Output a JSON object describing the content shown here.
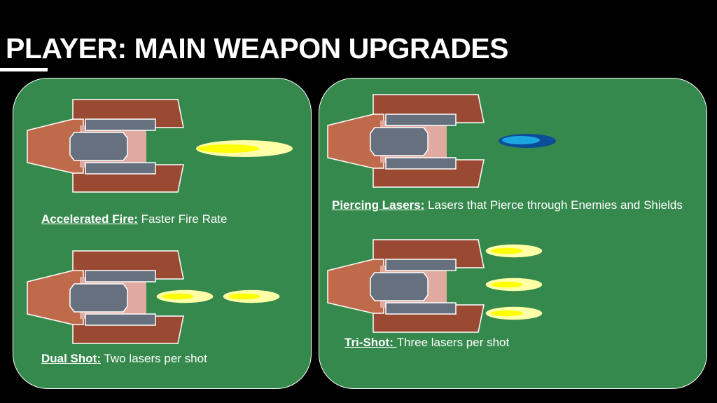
{
  "title": "PLAYER: MAIN WEAPON UPGRADES",
  "colors": {
    "background": "#000000",
    "panel": "#36894d",
    "ship_hull": "#9a4a33",
    "ship_nose": "#c06a4c",
    "ship_body": "#66707f",
    "ship_light": "#e0aaa0",
    "laser_yellow": "#ffff00",
    "laser_glow": "#ffffa8",
    "laser_blue": "#1aa7e0"
  },
  "upgrades": [
    {
      "name": "Accelerated Fire:",
      "description": " Faster Fire Rate"
    },
    {
      "name": "Dual Shot:",
      "description": " Two lasers per shot"
    },
    {
      "name": "Piercing Lasers:",
      "description": " Lasers that Pierce through Enemies and Shields"
    },
    {
      "name": "Tri-Shot: ",
      "description": " Three lasers per shot"
    }
  ]
}
